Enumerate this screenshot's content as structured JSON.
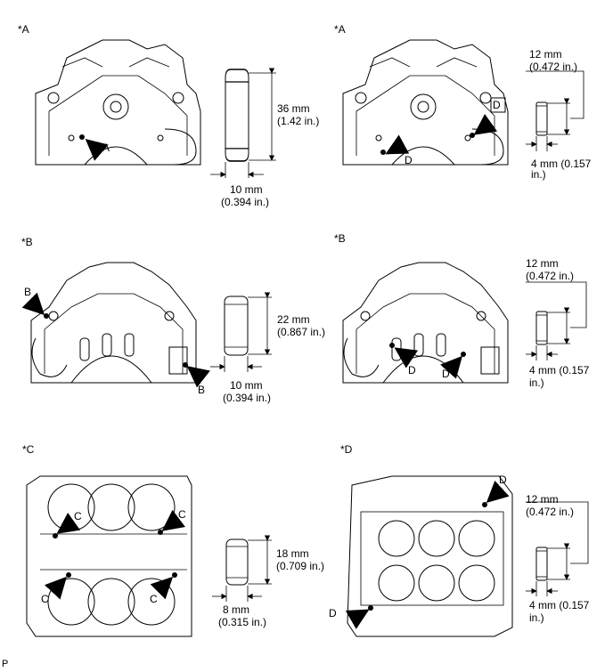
{
  "panels": [
    {
      "tag": "*A",
      "dims": [
        "36 mm",
        "(1.42 in.)",
        "10 mm",
        "(0.394 in.)"
      ],
      "callouts": [
        "A"
      ]
    },
    {
      "tag": "*A",
      "dims": [
        "12 mm",
        "(0.472 in.)",
        "4 mm (0.157",
        "in.)"
      ],
      "callouts": [
        "D",
        "D"
      ]
    },
    {
      "tag": "*B",
      "dims": [
        "22 mm",
        "(0.867 in.)",
        "10 mm",
        "(0.394 in.)"
      ],
      "callouts": [
        "B",
        "B"
      ]
    },
    {
      "tag": "*B",
      "dims": [
        "12 mm",
        "(0.472 in.)",
        "4 mm (0.157",
        "in.)"
      ],
      "callouts": [
        "D",
        "D"
      ]
    },
    {
      "tag": "*C",
      "dims": [
        "18 mm",
        "(0.709 in.)",
        "8 mm",
        "(0.315 in.)"
      ],
      "callouts": [
        "C",
        "C",
        "C",
        "C"
      ]
    },
    {
      "tag": "*D",
      "dims": [
        "12 mm",
        "(0.472 in.)",
        "4 mm (0.157",
        "in.)"
      ],
      "callouts": [
        "D",
        "D"
      ]
    }
  ],
  "footer": {
    "code": "P"
  }
}
